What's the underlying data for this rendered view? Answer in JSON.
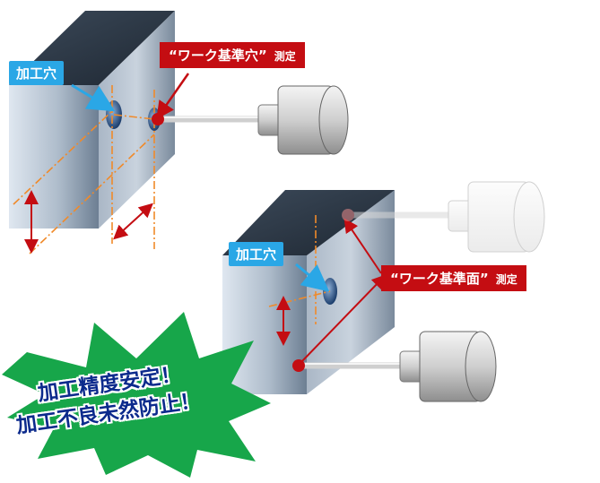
{
  "top_diagram": {
    "hole_label": "加工穴",
    "reference_label": "“ワーク基準穴”",
    "reference_suffix": "測定"
  },
  "bottom_diagram": {
    "hole_label": "加工穴",
    "reference_label": "“ワーク基準面”",
    "reference_suffix": "測定"
  },
  "starburst": {
    "line1": "加工精度安定！",
    "line2": "加工不良未然防止！"
  },
  "colors": {
    "accent_red": "#c40d12",
    "accent_blue": "#2aa7e6",
    "burst_green": "#17a64a",
    "text_navy": "#0b2a8c",
    "guide_orange": "#f08a2a"
  }
}
